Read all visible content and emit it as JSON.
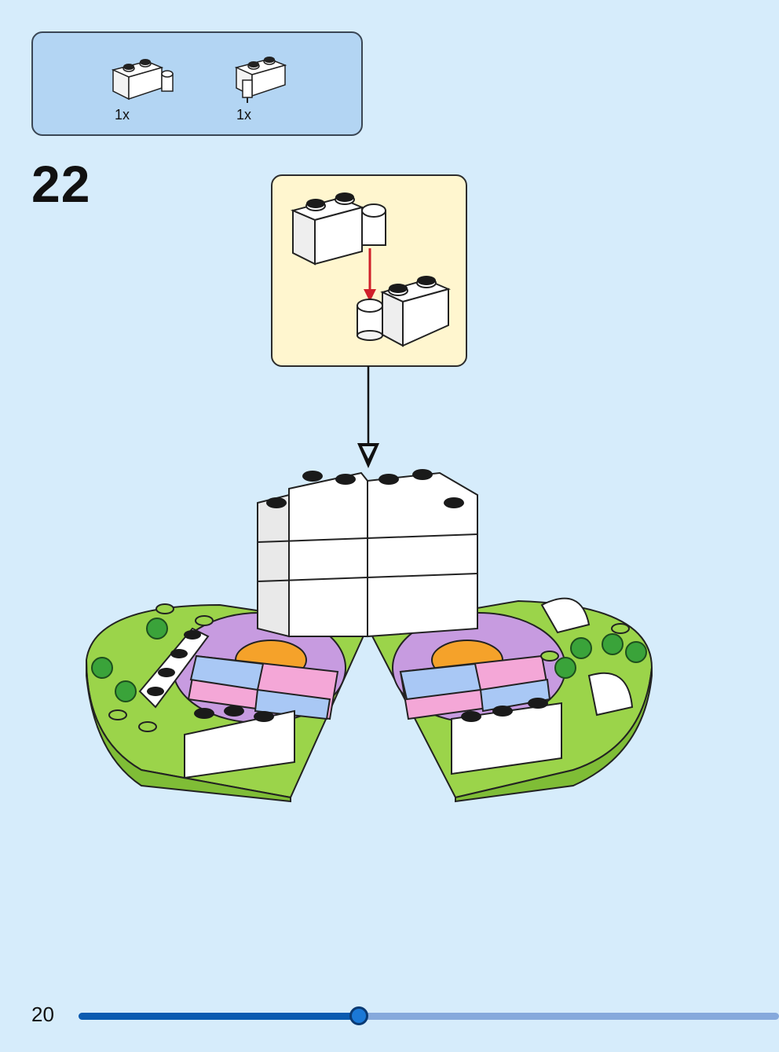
{
  "parts": [
    {
      "qty": "1x",
      "icon": "brick-with-hinge-clip-icon"
    },
    {
      "qty": "1x",
      "icon": "brick-with-hinge-pin-icon"
    }
  ],
  "step_number": "22",
  "page_number": "20",
  "progress": 0.4,
  "colors": {
    "background": "#d6ecfb",
    "parts_box": "#b3d5f3",
    "callout": "#fff6cf",
    "progress_fill": "#0b5bb0",
    "progress_track": "#86a9dc",
    "arrow_red": "#d0202a"
  }
}
